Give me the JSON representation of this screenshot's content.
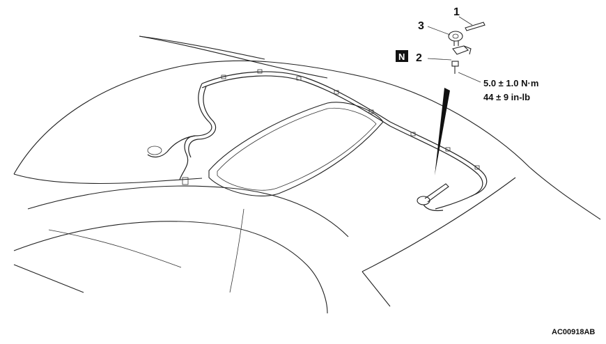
{
  "callouts": [
    {
      "id": "1",
      "text": "1"
    },
    {
      "id": "2",
      "text": "2"
    },
    {
      "id": "3",
      "text": "3"
    }
  ],
  "new_part_badge": "N",
  "torque": {
    "metric": "5.0 ± 1.0 N·m",
    "imperial": "44 ± 9 in-lb"
  },
  "figure_code": "AC00918AB"
}
